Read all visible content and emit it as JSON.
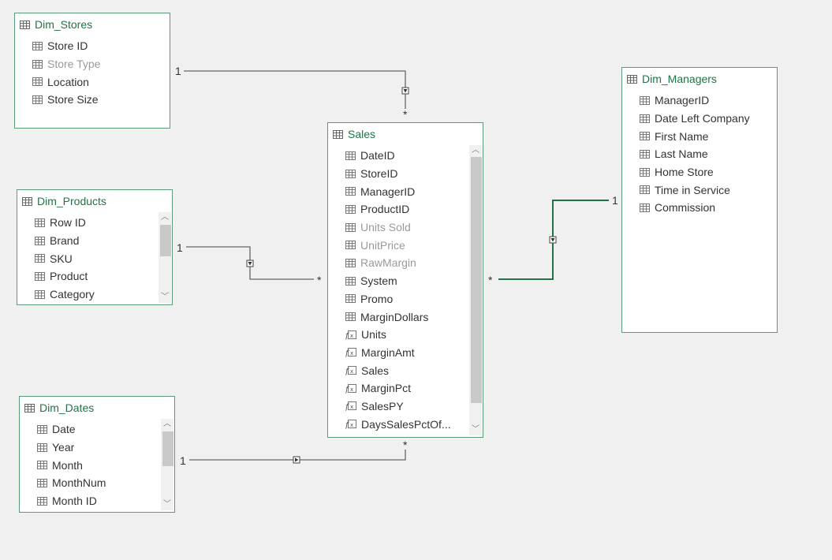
{
  "tables": {
    "dim_stores": {
      "title": "Dim_Stores",
      "fields": [
        {
          "label": "Store ID",
          "hidden": false
        },
        {
          "label": "Store Type",
          "hidden": true
        },
        {
          "label": "Location",
          "hidden": false
        },
        {
          "label": "Store Size",
          "hidden": false
        }
      ]
    },
    "dim_products": {
      "title": "Dim_Products",
      "fields": [
        {
          "label": "Row ID",
          "hidden": false
        },
        {
          "label": "Brand",
          "hidden": false
        },
        {
          "label": "SKU",
          "hidden": false
        },
        {
          "label": "Product",
          "hidden": false
        },
        {
          "label": "Category",
          "hidden": false
        }
      ]
    },
    "dim_dates": {
      "title": "Dim_Dates",
      "fields": [
        {
          "label": "Date",
          "hidden": false
        },
        {
          "label": "Year",
          "hidden": false
        },
        {
          "label": "Month",
          "hidden": false
        },
        {
          "label": "MonthNum",
          "hidden": false
        },
        {
          "label": "Month ID",
          "hidden": false
        }
      ]
    },
    "sales": {
      "title": "Sales",
      "fields": [
        {
          "label": "DateID",
          "hidden": false,
          "kind": "column"
        },
        {
          "label": "StoreID",
          "hidden": false,
          "kind": "column"
        },
        {
          "label": "ManagerID",
          "hidden": false,
          "kind": "column"
        },
        {
          "label": "ProductID",
          "hidden": false,
          "kind": "column"
        },
        {
          "label": "Units Sold",
          "hidden": true,
          "kind": "column"
        },
        {
          "label": "UnitPrice",
          "hidden": true,
          "kind": "column"
        },
        {
          "label": "RawMargin",
          "hidden": true,
          "kind": "column"
        },
        {
          "label": "System",
          "hidden": false,
          "kind": "column"
        },
        {
          "label": "Promo",
          "hidden": false,
          "kind": "column"
        },
        {
          "label": "MarginDollars",
          "hidden": false,
          "kind": "column"
        },
        {
          "label": "Units",
          "hidden": false,
          "kind": "measure"
        },
        {
          "label": "MarginAmt",
          "hidden": false,
          "kind": "measure"
        },
        {
          "label": "Sales",
          "hidden": false,
          "kind": "measure"
        },
        {
          "label": "MarginPct",
          "hidden": false,
          "kind": "measure"
        },
        {
          "label": "SalesPY",
          "hidden": false,
          "kind": "measure"
        },
        {
          "label": "DaysSalesPctOf...",
          "hidden": false,
          "kind": "measure"
        }
      ]
    },
    "dim_managers": {
      "title": "Dim_Managers",
      "fields": [
        {
          "label": "ManagerID",
          "hidden": false
        },
        {
          "label": "Date Left Company",
          "hidden": false
        },
        {
          "label": "First Name",
          "hidden": false
        },
        {
          "label": "Last Name",
          "hidden": false
        },
        {
          "label": "Home Store",
          "hidden": false
        },
        {
          "label": "Time in Service",
          "hidden": false
        },
        {
          "label": "Commission",
          "hidden": false
        }
      ]
    }
  },
  "relationships": {
    "stores_sales": {
      "one": "1",
      "many": "*"
    },
    "products_sales": {
      "one": "1",
      "many": "*"
    },
    "dates_sales": {
      "one": "1",
      "many": "*"
    },
    "managers_sales": {
      "one": "1",
      "many": "*",
      "selected": true
    }
  },
  "colors": {
    "accent": "#217346",
    "border": "#5a9a78",
    "line": "#666666",
    "selected_line": "#217346",
    "hidden_text": "#9a9a9a"
  }
}
